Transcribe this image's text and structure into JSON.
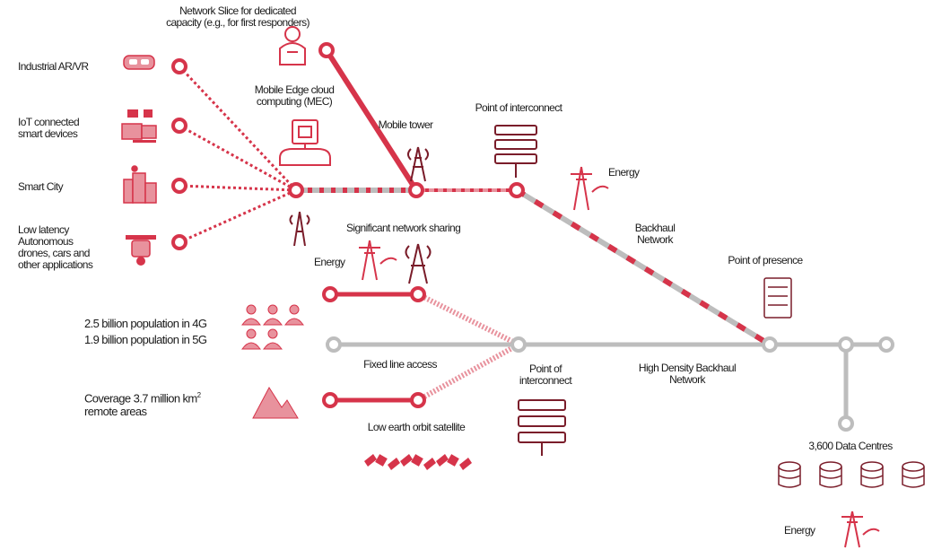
{
  "colors": {
    "red": "#d6344a",
    "pink": "#e8929d",
    "grey": "#bdbdbd",
    "dark": "#7a1d2a"
  },
  "labels": {
    "network_slice": "Network Slice for dedicated capacity (e.g., for first responders)",
    "mec": "Mobile Edge cloud computing (MEC)",
    "mobile_tower": "Mobile tower",
    "poi_top": "Point of interconnect",
    "energy_top": "Energy",
    "backhaul": "Backhaul Network",
    "significant_sharing": "Significant network sharing",
    "energy_mid": "Energy",
    "point_of_presence": "Point of presence",
    "industrial": "Industrial AR/VR",
    "iot": "IoT connected smart devices",
    "smart_city": "Smart City",
    "low_latency": "Low latency Autonomous drones, cars and other applications",
    "population_4g": "2.5 billion population in 4G",
    "population_5g": "1.9 billion population in 5G",
    "fixed_line": "Fixed line access",
    "poi_mid": "Point of interconnect",
    "high_density": "High Density Backhaul Network",
    "coverage": "Coverage 3.7 million km",
    "coverage_sup": "2",
    "remote": "remote areas",
    "leo": "Low earth orbit satellite",
    "data_centres": "3,600 Data Centres",
    "energy_bottom": "Energy"
  }
}
